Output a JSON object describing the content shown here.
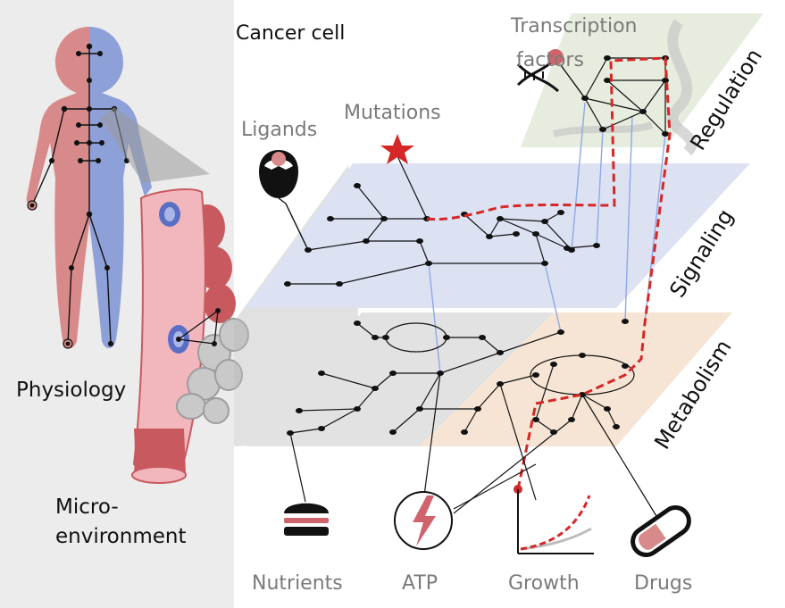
{
  "labels": {
    "cancer_cell": "Cancer cell",
    "transcription_factors_line1": "Transcription",
    "transcription_factors_line2": "factors",
    "ligands": "Ligands",
    "mutations": "Mutations",
    "physiology": "Physiology",
    "microenvironment_line1": "Micro-",
    "microenvironment_line2": "environment",
    "regulation": "Regulation",
    "signaling": "Signaling",
    "metabolism": "Metabolism",
    "nutrients": "Nutrients",
    "atp": "ATP",
    "growth": "Growth",
    "drugs": "Drugs"
  },
  "colors": {
    "panel_left_bg": "#ececec",
    "body_red": "#d88a8a",
    "body_blue": "#8ea0d8",
    "vessel_pink": "#f2b6bd",
    "vessel_dark": "#c85a5f",
    "cell_red": "#d0646d",
    "cell_blue": "#5a6fc4",
    "micro_grey": "#c9c9c9",
    "regulation_plane": "#e6eddf",
    "signaling_plane": "#dde2f3",
    "metabolism_plane_grey": "#e2e2e2",
    "metabolism_plane_peach": "#f6e5d4",
    "path_red": "#d62728",
    "connector_blue": "#8fa8e8"
  },
  "icons": [
    "dna-icon",
    "ligand-icon",
    "mutation-star-icon",
    "nutrients-icon",
    "atp-lightning-icon",
    "growth-curve-icon",
    "drug-capsule-icon",
    "human-body-icon",
    "blood-vessel-icon"
  ]
}
